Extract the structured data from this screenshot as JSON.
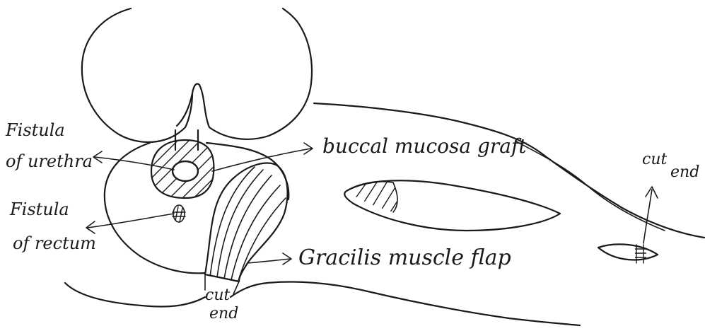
{
  "labels": {
    "fistula_urethra_line1": "Fistula",
    "fistula_urethra_line2": "of urethra",
    "fistula_rectum_line1": "Fistula",
    "fistula_rectum_line2": "of rectum",
    "buccal_graft": "buccal mucosa graft",
    "gracilis_flap": "Gracilis muscle flap",
    "cut_end_bottom_line1": "cut",
    "cut_end_bottom_line2": "end",
    "cut_end_right_line1": "cut",
    "cut_end_right_line2": "end"
  },
  "colors": {
    "ink": "#1a1a1a",
    "paper": "#ffffff"
  }
}
